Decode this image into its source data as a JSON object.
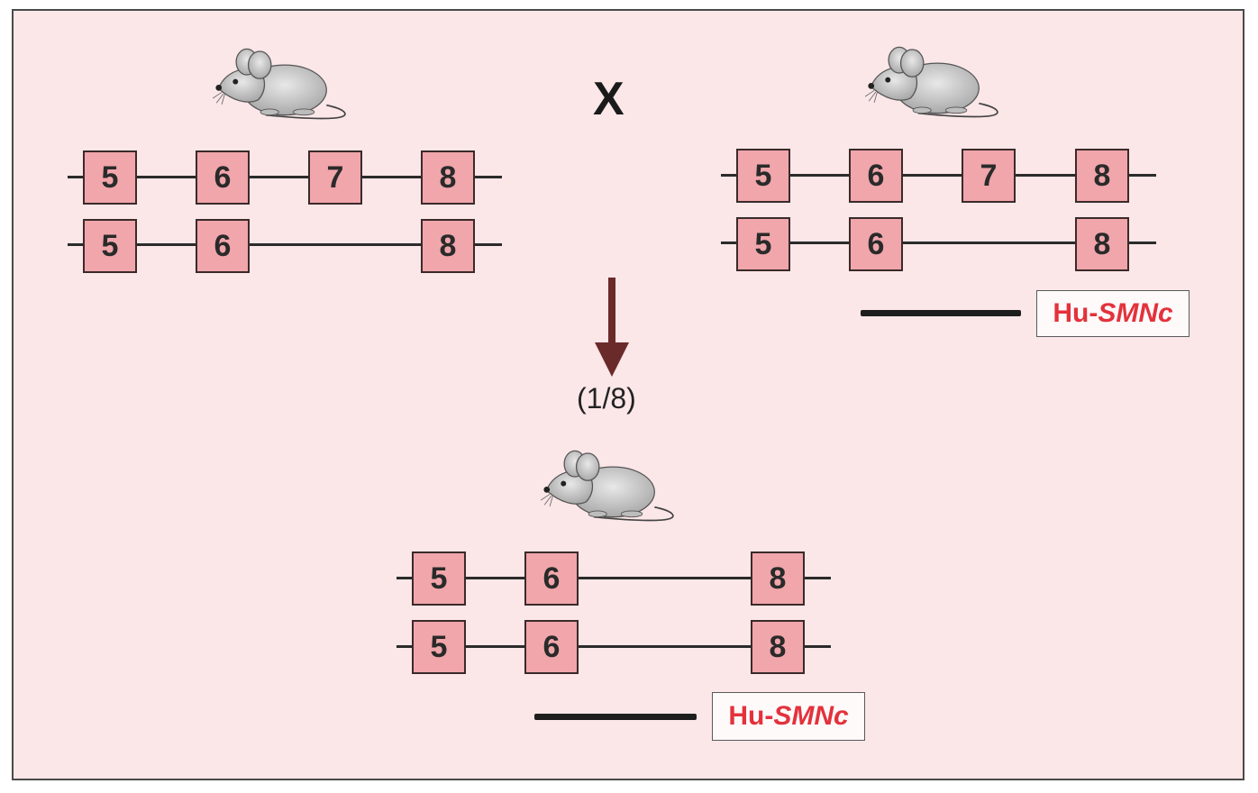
{
  "cross_symbol": "X",
  "ratio": "(1/8)",
  "exon_labels": {
    "e5": "5",
    "e6": "6",
    "e7": "7",
    "e8": "8"
  },
  "transgene": {
    "prefix": "Hu-",
    "gene": "SMNc"
  },
  "colors": {
    "background": "#fbe6e8",
    "exon_fill": "#f0a6ab",
    "label_text": "#e3323c",
    "arrow": "#6b2a2a"
  },
  "icons": [
    "mouse-icon",
    "down-arrow-icon"
  ]
}
